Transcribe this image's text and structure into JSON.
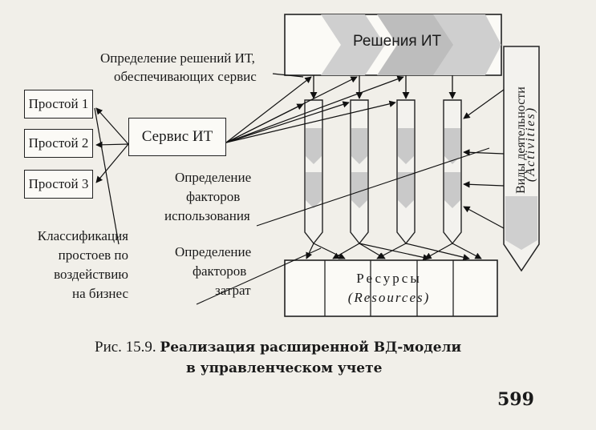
{
  "top_band": {
    "label": "Решения ИТ"
  },
  "activities_band": {
    "label": "Виды деятельности",
    "label_en": "(Activities)"
  },
  "service": {
    "label": "Сервис ИТ"
  },
  "downtimes": [
    "Простой 1",
    "Простой 2",
    "Простой 3"
  ],
  "resources": {
    "label": "Ресурсы",
    "label_en": "(Resources)"
  },
  "annotations": {
    "it_solutions_line1": "Определение решений ИТ,",
    "it_solutions_line2": "обеспечивающих сервис",
    "usage_line1": "Определение",
    "usage_line2": "факторов",
    "usage_line3": "использования",
    "cost_line1": "Определение",
    "cost_line2": "факторов",
    "cost_line3": "затрат",
    "class_line1": "Классификация",
    "class_line2": "простоев по",
    "class_line3": "воздействию",
    "class_line4": "на бизнес"
  },
  "caption": {
    "prefix": "Рис. 15.9.",
    "title_line1": "Реализация расширенной ВД-модели",
    "title_line2": "в управленческом учете"
  },
  "page_number": "599"
}
